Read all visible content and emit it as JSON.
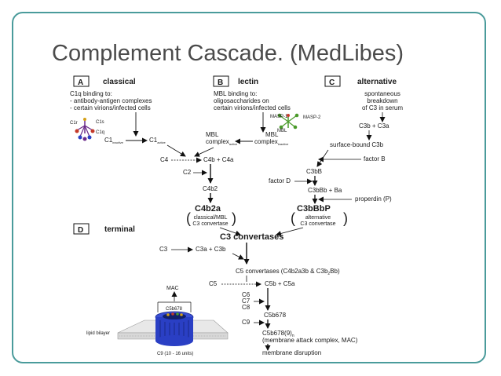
{
  "slide": {
    "title": "Complement Cascade. (MedLibes)"
  },
  "panels": {
    "A": {
      "letter": "A",
      "title": "classical",
      "desc": [
        "C1q binding to:",
        "- antibody-antigen complexes",
        "- certain virions/infected cells"
      ]
    },
    "B": {
      "letter": "B",
      "title": "lectin",
      "desc": [
        "MBL binding to:",
        "oligosaccharides on",
        "certain virions/infected cells"
      ]
    },
    "C": {
      "letter": "C",
      "title": "alternative",
      "desc": [
        "spontaneous",
        "breakdown",
        "of C3 in serum"
      ]
    },
    "D": {
      "letter": "D",
      "title": "terminal"
    }
  },
  "labels": {
    "c1r": "C1r",
    "c1s": "C1s",
    "c1q": "C1q",
    "c1_inactive": "C1",
    "c1_inactive_sub": "inactive",
    "c1_active": "C1",
    "c1_active_sub": "active",
    "masp1": "MASP-1",
    "masp2": "MASP-2",
    "mbl_small": "MBL",
    "mbl_complex_active_1": "MBL",
    "mbl_complex_active_2": "complex",
    "mbl_complex_active_sub": "active",
    "mbl_complex_inactive_1": "MBL",
    "mbl_complex_inactive_2": "complex",
    "mbl_complex_inactive_sub": "inactive",
    "c4": "C4",
    "c4_products": "C4b + C4a",
    "c2": "C2",
    "c4b2": "C4b2",
    "c4b2a": "C4b2a",
    "c4b2a_desc_1": "classical/MBL",
    "c4b2a_desc_2": "C3 convertase",
    "c3_products": "C3b + C3a",
    "surface_c3b": "surface-bound C3b",
    "factor_b": "factor B",
    "c3bb": "C3bB",
    "factor_d": "factor D",
    "c3bbb_ba": "C3bBb + Ba",
    "properdin": "properdin (P)",
    "c3bbbp": "C3bBbP",
    "c3bbbp_desc_1": "alternative",
    "c3bbbp_desc_2": "C3 convertase",
    "c3_convertases": "C3 convertases",
    "c3_left": "C3",
    "c3a_c3b": "C3a + C3b",
    "c5_convertases": "C5 convertases (C4b2a3b & C3b",
    "c5_convertases_sub": "2",
    "c5_convertases_end": "Bb)",
    "c5": "C5",
    "c5b_c5a": "C5b + C5a",
    "c6": "C6",
    "c7": "C7",
    "c8": "C8",
    "c5b678": "C5b678",
    "c9": "C9",
    "c5b6789n": "C5b678(9)",
    "c5b6789n_sub": "n",
    "mac_desc": "(membrane attack complex, MAC)",
    "membrane_disruption": "membrane disruption",
    "mac_label": "MAC",
    "c5b678_small": "C5b678",
    "lipid_bilayer": "lipid bilayer",
    "c9_units": "C9 (10 - 16 units)"
  },
  "colors": {
    "frame": "#4a9b9b",
    "pore_blue": "#2a3fc4",
    "pore_dark": "#1a2a8a",
    "c1_purple": "#6a2a8a",
    "mbl_green": "#4a9a2a"
  }
}
